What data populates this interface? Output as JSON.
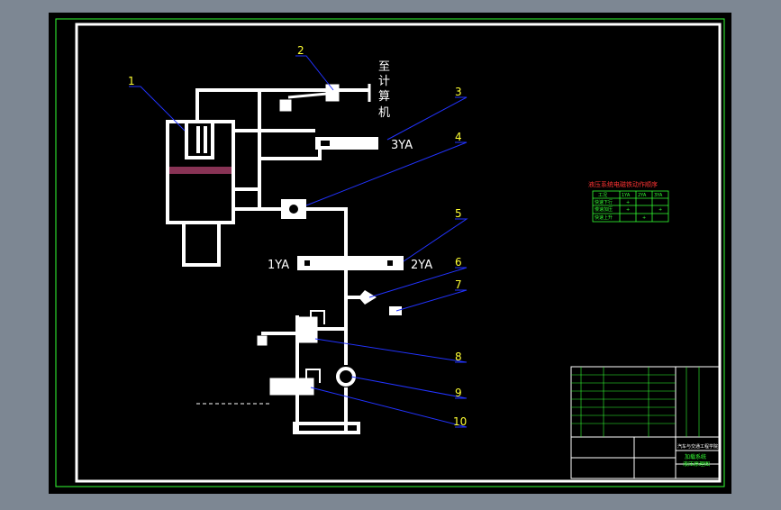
{
  "part_numbers": [
    "1",
    "2",
    "3",
    "4",
    "5",
    "6",
    "7",
    "8",
    "9",
    "10"
  ],
  "labels": {
    "to_computer": [
      "至",
      "计",
      "算",
      "机"
    ],
    "solenoid_3": "3YA",
    "solenoid_1": "1YA",
    "solenoid_2": "2YA"
  },
  "action_table": {
    "title": "液压系统电磁铁动作顺序",
    "header": [
      "工况",
      "1YA",
      "2YA",
      "3YA"
    ],
    "rows": [
      [
        "快速下行",
        "+",
        "",
        ""
      ],
      [
        "慢速加压",
        "+",
        "",
        "+"
      ],
      [
        "快速上升",
        "",
        "+",
        ""
      ]
    ]
  },
  "title_block": {
    "school": "汽车与交通工程学院",
    "drawing_title_1": "加载系统",
    "drawing_title_2": "液压原理图"
  },
  "colors": {
    "background": "#000000",
    "frame": "#ffffff",
    "leader": "#2233ff",
    "number": "#ffff33",
    "table_text": "#ff3333",
    "table_lines": "#33ff33"
  }
}
